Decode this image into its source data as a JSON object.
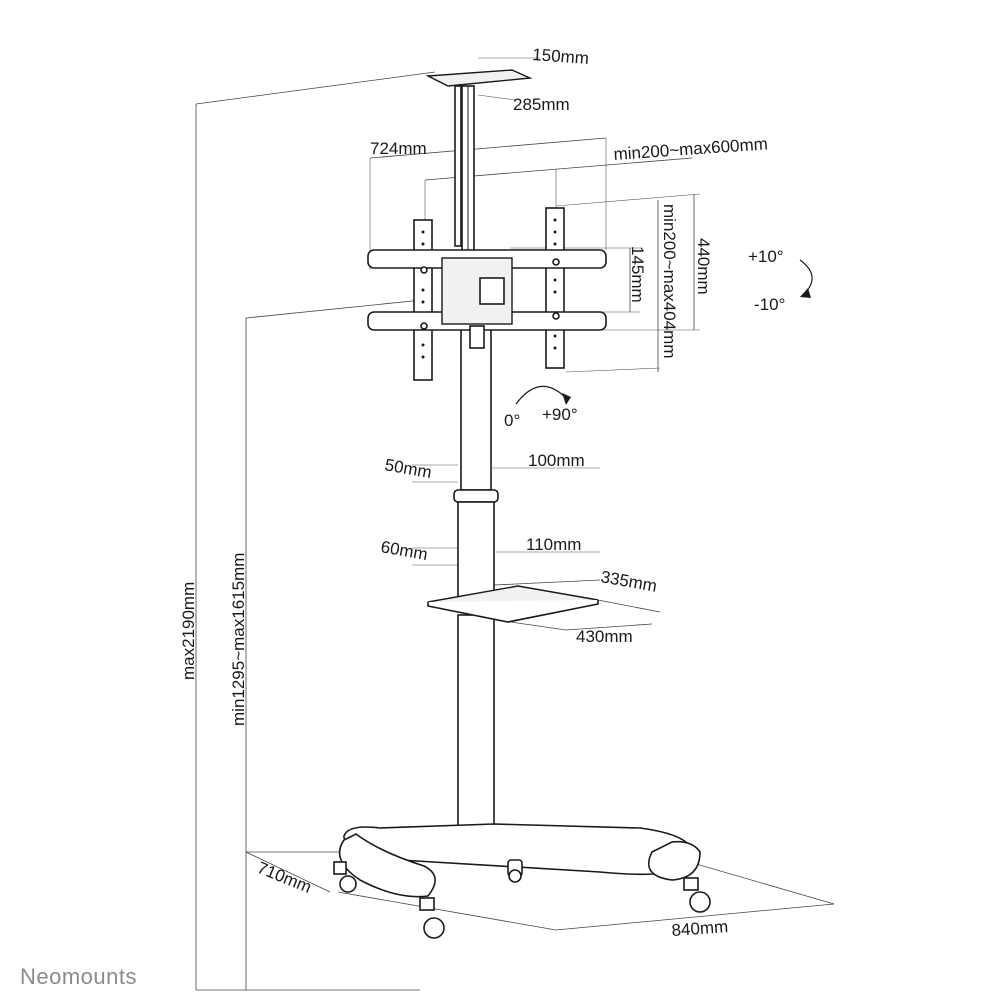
{
  "brand": "Neomounts",
  "dimensions": {
    "top_plate_width": "150mm",
    "top_plate_depth": "285mm",
    "arm_width": "724mm",
    "vesa_horizontal": "min200~max600mm",
    "vesa_vertical": "min200~max404mm",
    "bracket_height": "440mm",
    "plate_height": "145mm",
    "tilt_up": "+10°",
    "tilt_down": "-10°",
    "rotate_start": "0°",
    "rotate_end": "+90°",
    "upper_column_depth": "50mm",
    "upper_column_width": "100mm",
    "lower_column_depth": "60mm",
    "lower_column_width": "110mm",
    "shelf_depth": "335mm",
    "shelf_width": "430mm",
    "total_height": "max2190mm",
    "mount_height": "min1295~max1615mm",
    "base_depth": "710mm",
    "base_width": "840mm"
  }
}
